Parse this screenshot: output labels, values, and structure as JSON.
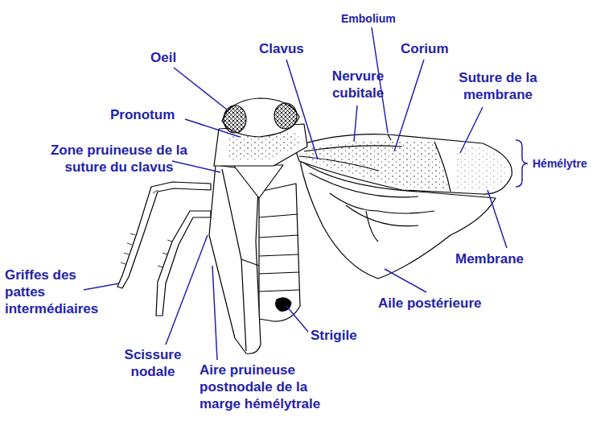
{
  "diagram": {
    "labels": [
      "Embolium",
      "Oeil",
      "Clavus",
      "Corium",
      "Nervure cubitale",
      "Suture de la membrane",
      "Pronotum",
      "Zone pruineuse de la suture du clavus",
      "Hémélytre",
      "Membrane",
      "Griffes des pattes intermédiaires",
      "Aile postérieure",
      "Strigile",
      "Scissure nodale",
      "Aire pruineuse postnodale de la marge hémélytrale"
    ]
  }
}
